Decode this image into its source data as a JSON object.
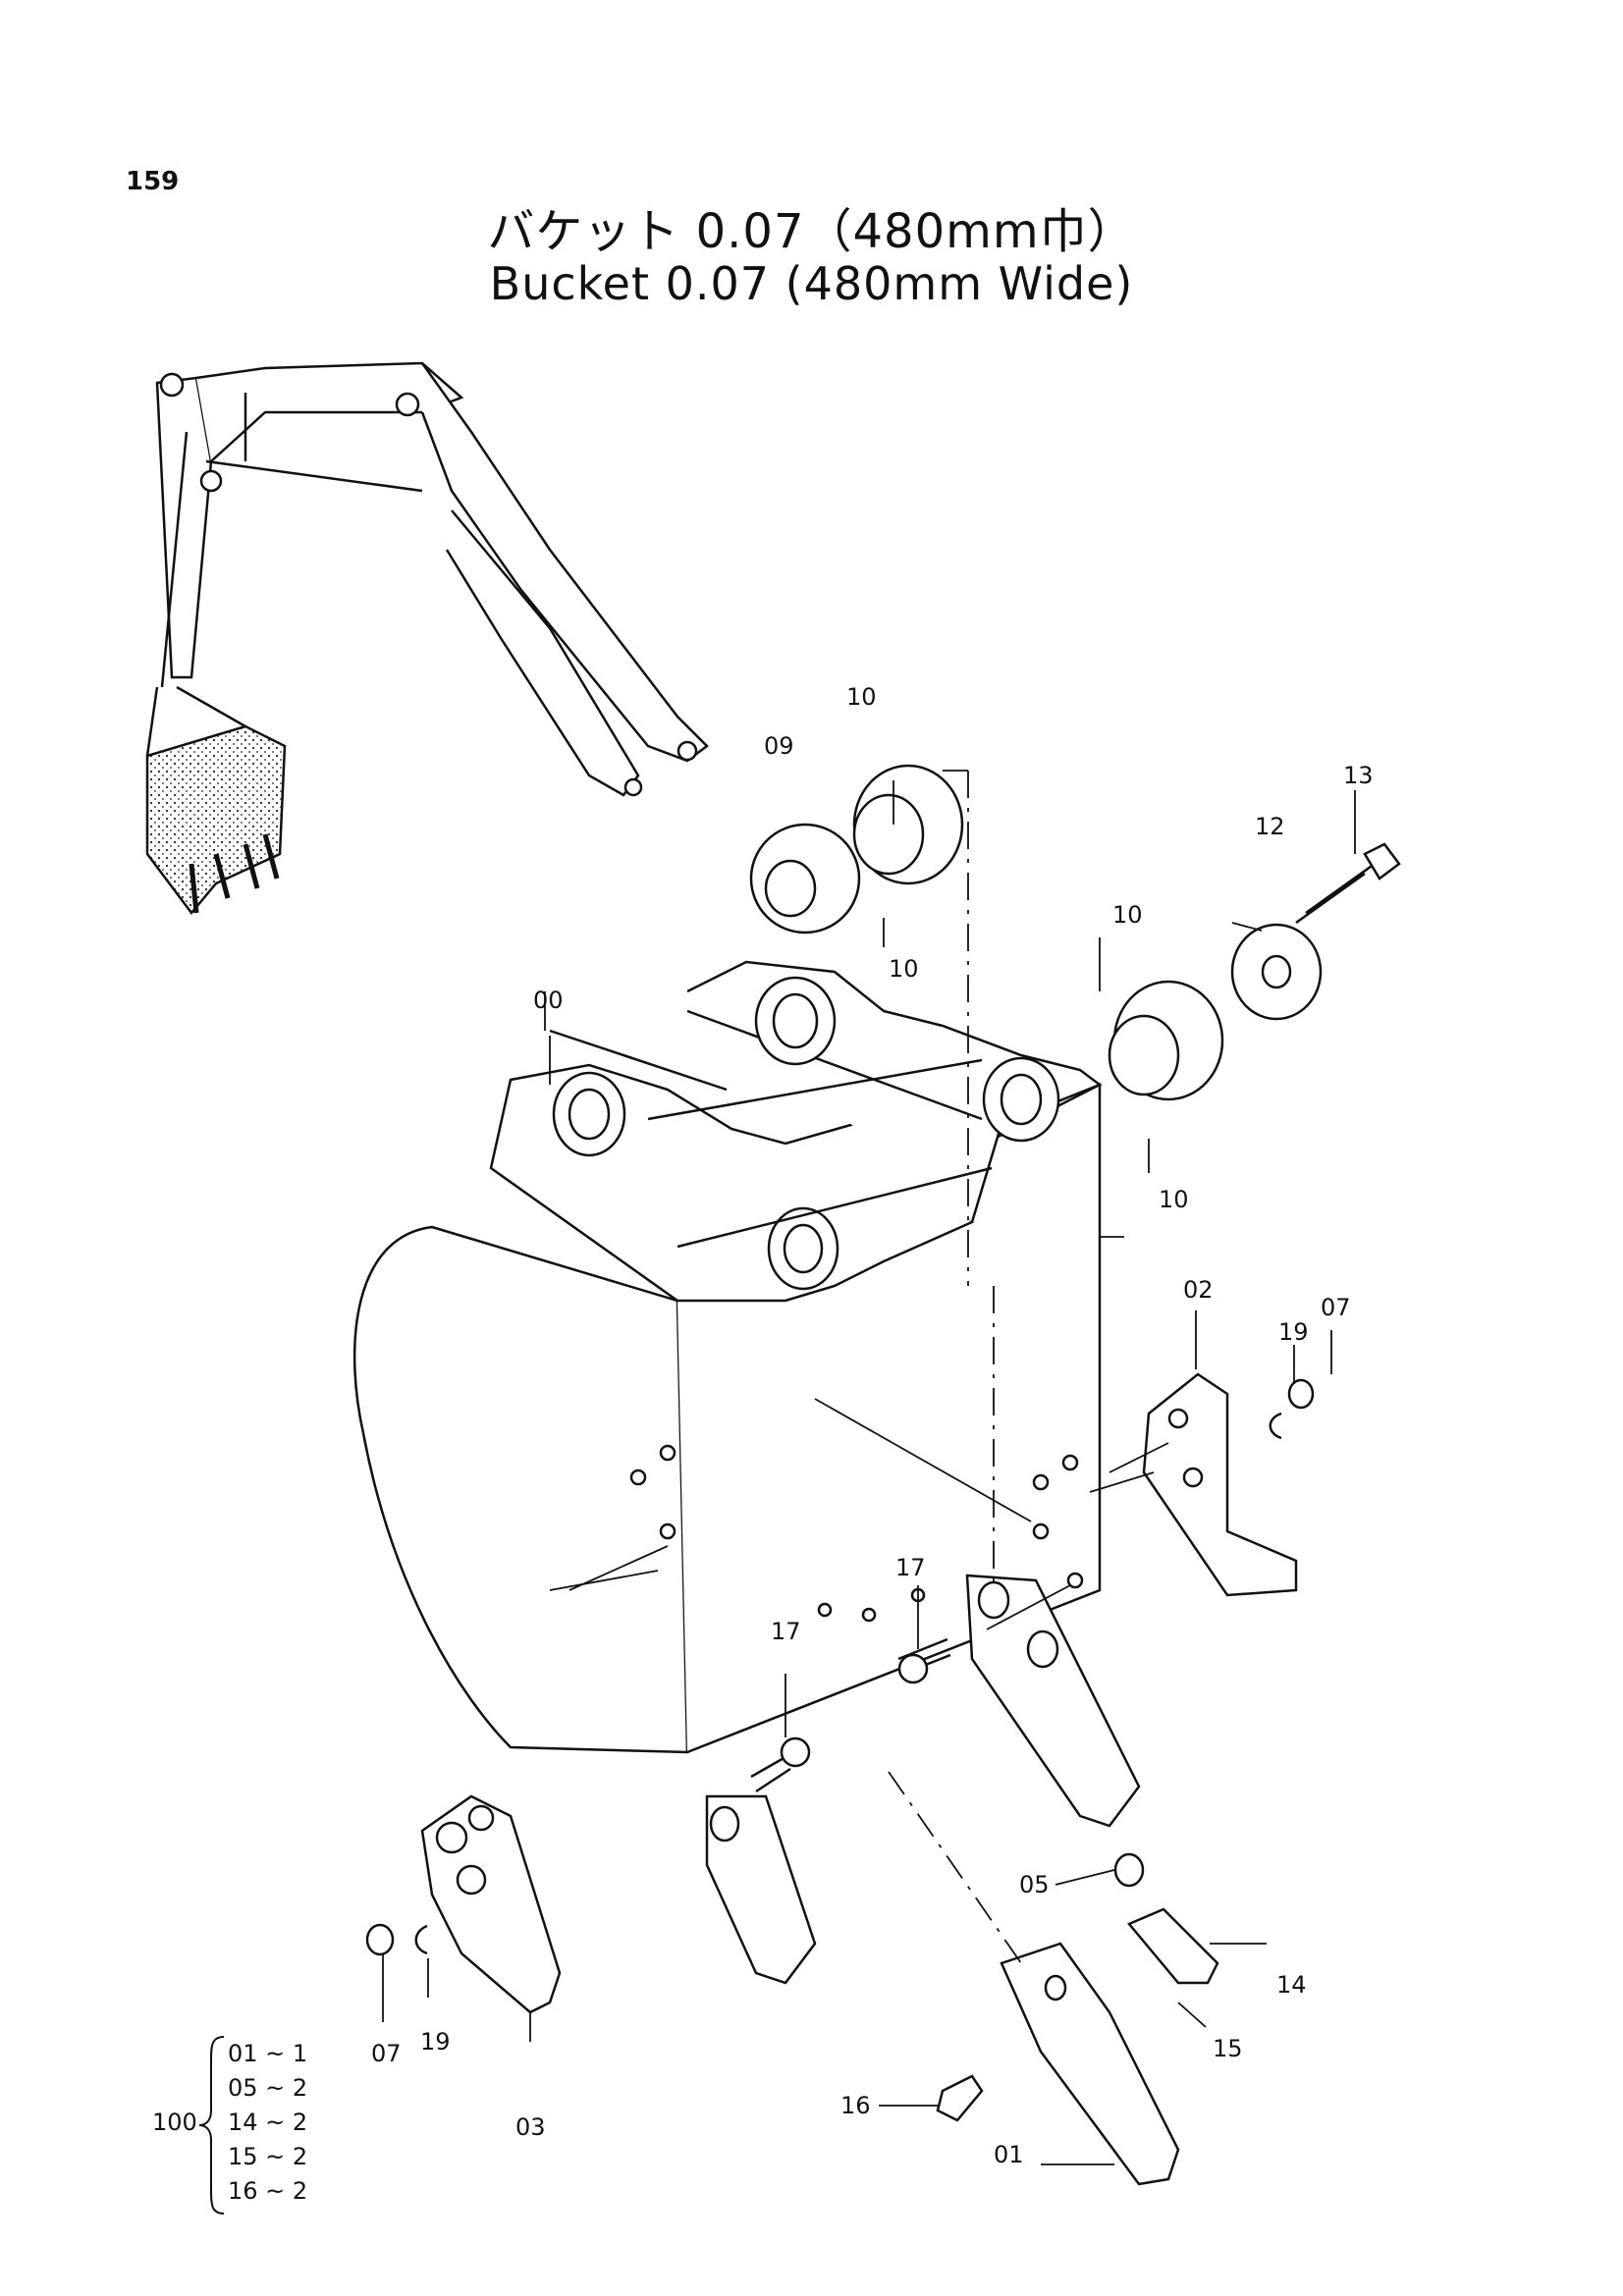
{
  "page_number": "159",
  "title_jp": "バケット 0.07（480mm巾）",
  "title_en": "Bucket 0.07 (480mm Wide)",
  "part_labels": {
    "p00": "00",
    "p01": "01",
    "p02": "02",
    "p03": "03",
    "p05": "05",
    "p07a": "07",
    "p07b": "07",
    "p09": "09",
    "p10a": "10",
    "p10b": "10",
    "p10c": "10",
    "p10d": "10",
    "p12": "12",
    "p13": "13",
    "p14": "14",
    "p15": "15",
    "p16": "16",
    "p17a": "17",
    "p17b": "17",
    "p19a": "19",
    "p19b": "19"
  },
  "kit": {
    "number": "100",
    "items": [
      "01 ~ 1",
      "05 ~ 2",
      "14 ~ 2",
      "15 ~ 2",
      "16 ~ 2"
    ]
  }
}
